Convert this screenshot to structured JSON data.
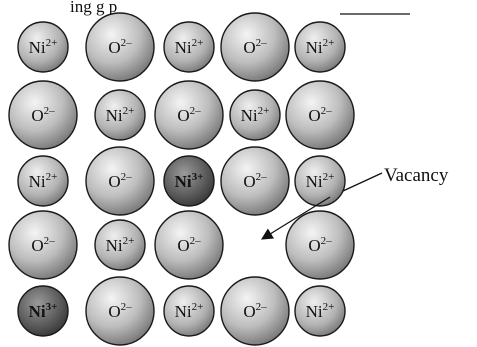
{
  "header_fragment": "ing g      p",
  "diagram": {
    "vacancy_label": "Vacancy",
    "ions": [
      {
        "row": 0,
        "col": 0,
        "base": "Ni",
        "charge": "2+",
        "kind": "cation"
      },
      {
        "row": 0,
        "col": 1,
        "base": "O",
        "charge": "2–",
        "kind": "anion"
      },
      {
        "row": 0,
        "col": 2,
        "base": "Ni",
        "charge": "2+",
        "kind": "cation"
      },
      {
        "row": 0,
        "col": 3,
        "base": "O",
        "charge": "2–",
        "kind": "anion"
      },
      {
        "row": 0,
        "col": 4,
        "base": "Ni",
        "charge": "2+",
        "kind": "cation"
      },
      {
        "row": 1,
        "col": 0,
        "base": "O",
        "charge": "2–",
        "kind": "anion"
      },
      {
        "row": 1,
        "col": 1,
        "base": "Ni",
        "charge": "2+",
        "kind": "cation"
      },
      {
        "row": 1,
        "col": 2,
        "base": "O",
        "charge": "2–",
        "kind": "anion"
      },
      {
        "row": 1,
        "col": 3,
        "base": "Ni",
        "charge": "2+",
        "kind": "cation"
      },
      {
        "row": 1,
        "col": 4,
        "base": "O",
        "charge": "2–",
        "kind": "anion"
      },
      {
        "row": 2,
        "col": 0,
        "base": "Ni",
        "charge": "2+",
        "kind": "cation"
      },
      {
        "row": 2,
        "col": 1,
        "base": "O",
        "charge": "2–",
        "kind": "anion"
      },
      {
        "row": 2,
        "col": 2,
        "base": "Ni",
        "charge": "3+",
        "kind": "dark"
      },
      {
        "row": 2,
        "col": 3,
        "base": "O",
        "charge": "2–",
        "kind": "anion"
      },
      {
        "row": 2,
        "col": 4,
        "base": "Ni",
        "charge": "2+",
        "kind": "cation"
      },
      {
        "row": 3,
        "col": 0,
        "base": "O",
        "charge": "2–",
        "kind": "anion"
      },
      {
        "row": 3,
        "col": 1,
        "base": "Ni",
        "charge": "2+",
        "kind": "cation"
      },
      {
        "row": 3,
        "col": 2,
        "base": "O",
        "charge": "2–",
        "kind": "anion"
      },
      {
        "row": 3,
        "col": 4,
        "base": "O",
        "charge": "2–",
        "kind": "anion"
      },
      {
        "row": 4,
        "col": 0,
        "base": "Ni",
        "charge": "3+",
        "kind": "dark"
      },
      {
        "row": 4,
        "col": 1,
        "base": "O",
        "charge": "2–",
        "kind": "anion"
      },
      {
        "row": 4,
        "col": 2,
        "base": "Ni",
        "charge": "2+",
        "kind": "cation"
      },
      {
        "row": 4,
        "col": 3,
        "base": "O",
        "charge": "2–",
        "kind": "anion"
      },
      {
        "row": 4,
        "col": 4,
        "base": "Ni",
        "charge": "2+",
        "kind": "cation"
      }
    ]
  }
}
